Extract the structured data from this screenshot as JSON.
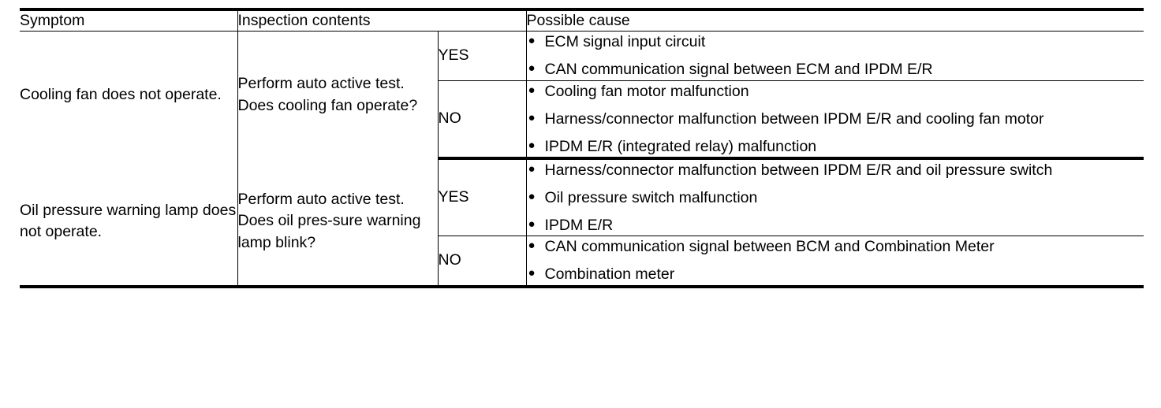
{
  "table": {
    "headers": {
      "symptom": "Symptom",
      "inspection_contents": "Inspection contents",
      "possible_cause": "Possible cause"
    },
    "bullet_glyph": "●",
    "rows": [
      {
        "symptom": "Cooling fan does not operate.",
        "inspection": "Perform auto active test. Does cooling fan operate?",
        "results": [
          {
            "label": "YES",
            "causes": [
              "ECM signal input circuit",
              "CAN communication signal between ECM and IPDM E/R"
            ]
          },
          {
            "label": "NO",
            "causes": [
              "Cooling fan motor malfunction",
              "Harness/connector malfunction between IPDM E/R and cooling fan motor",
              "IPDM E/R (integrated relay) malfunction"
            ]
          }
        ]
      },
      {
        "symptom": "Oil pressure warning lamp does not operate.",
        "inspection": "Perform auto active test. Does oil pres-sure warning lamp blink?",
        "results": [
          {
            "label": "YES",
            "causes": [
              "Harness/connector malfunction between IPDM E/R and oil pressure switch",
              "Oil pressure switch malfunction",
              "IPDM E/R"
            ]
          },
          {
            "label": "NO",
            "causes": [
              "CAN communication signal between BCM and Combination Meter",
              "Combination meter"
            ]
          }
        ]
      }
    ]
  }
}
